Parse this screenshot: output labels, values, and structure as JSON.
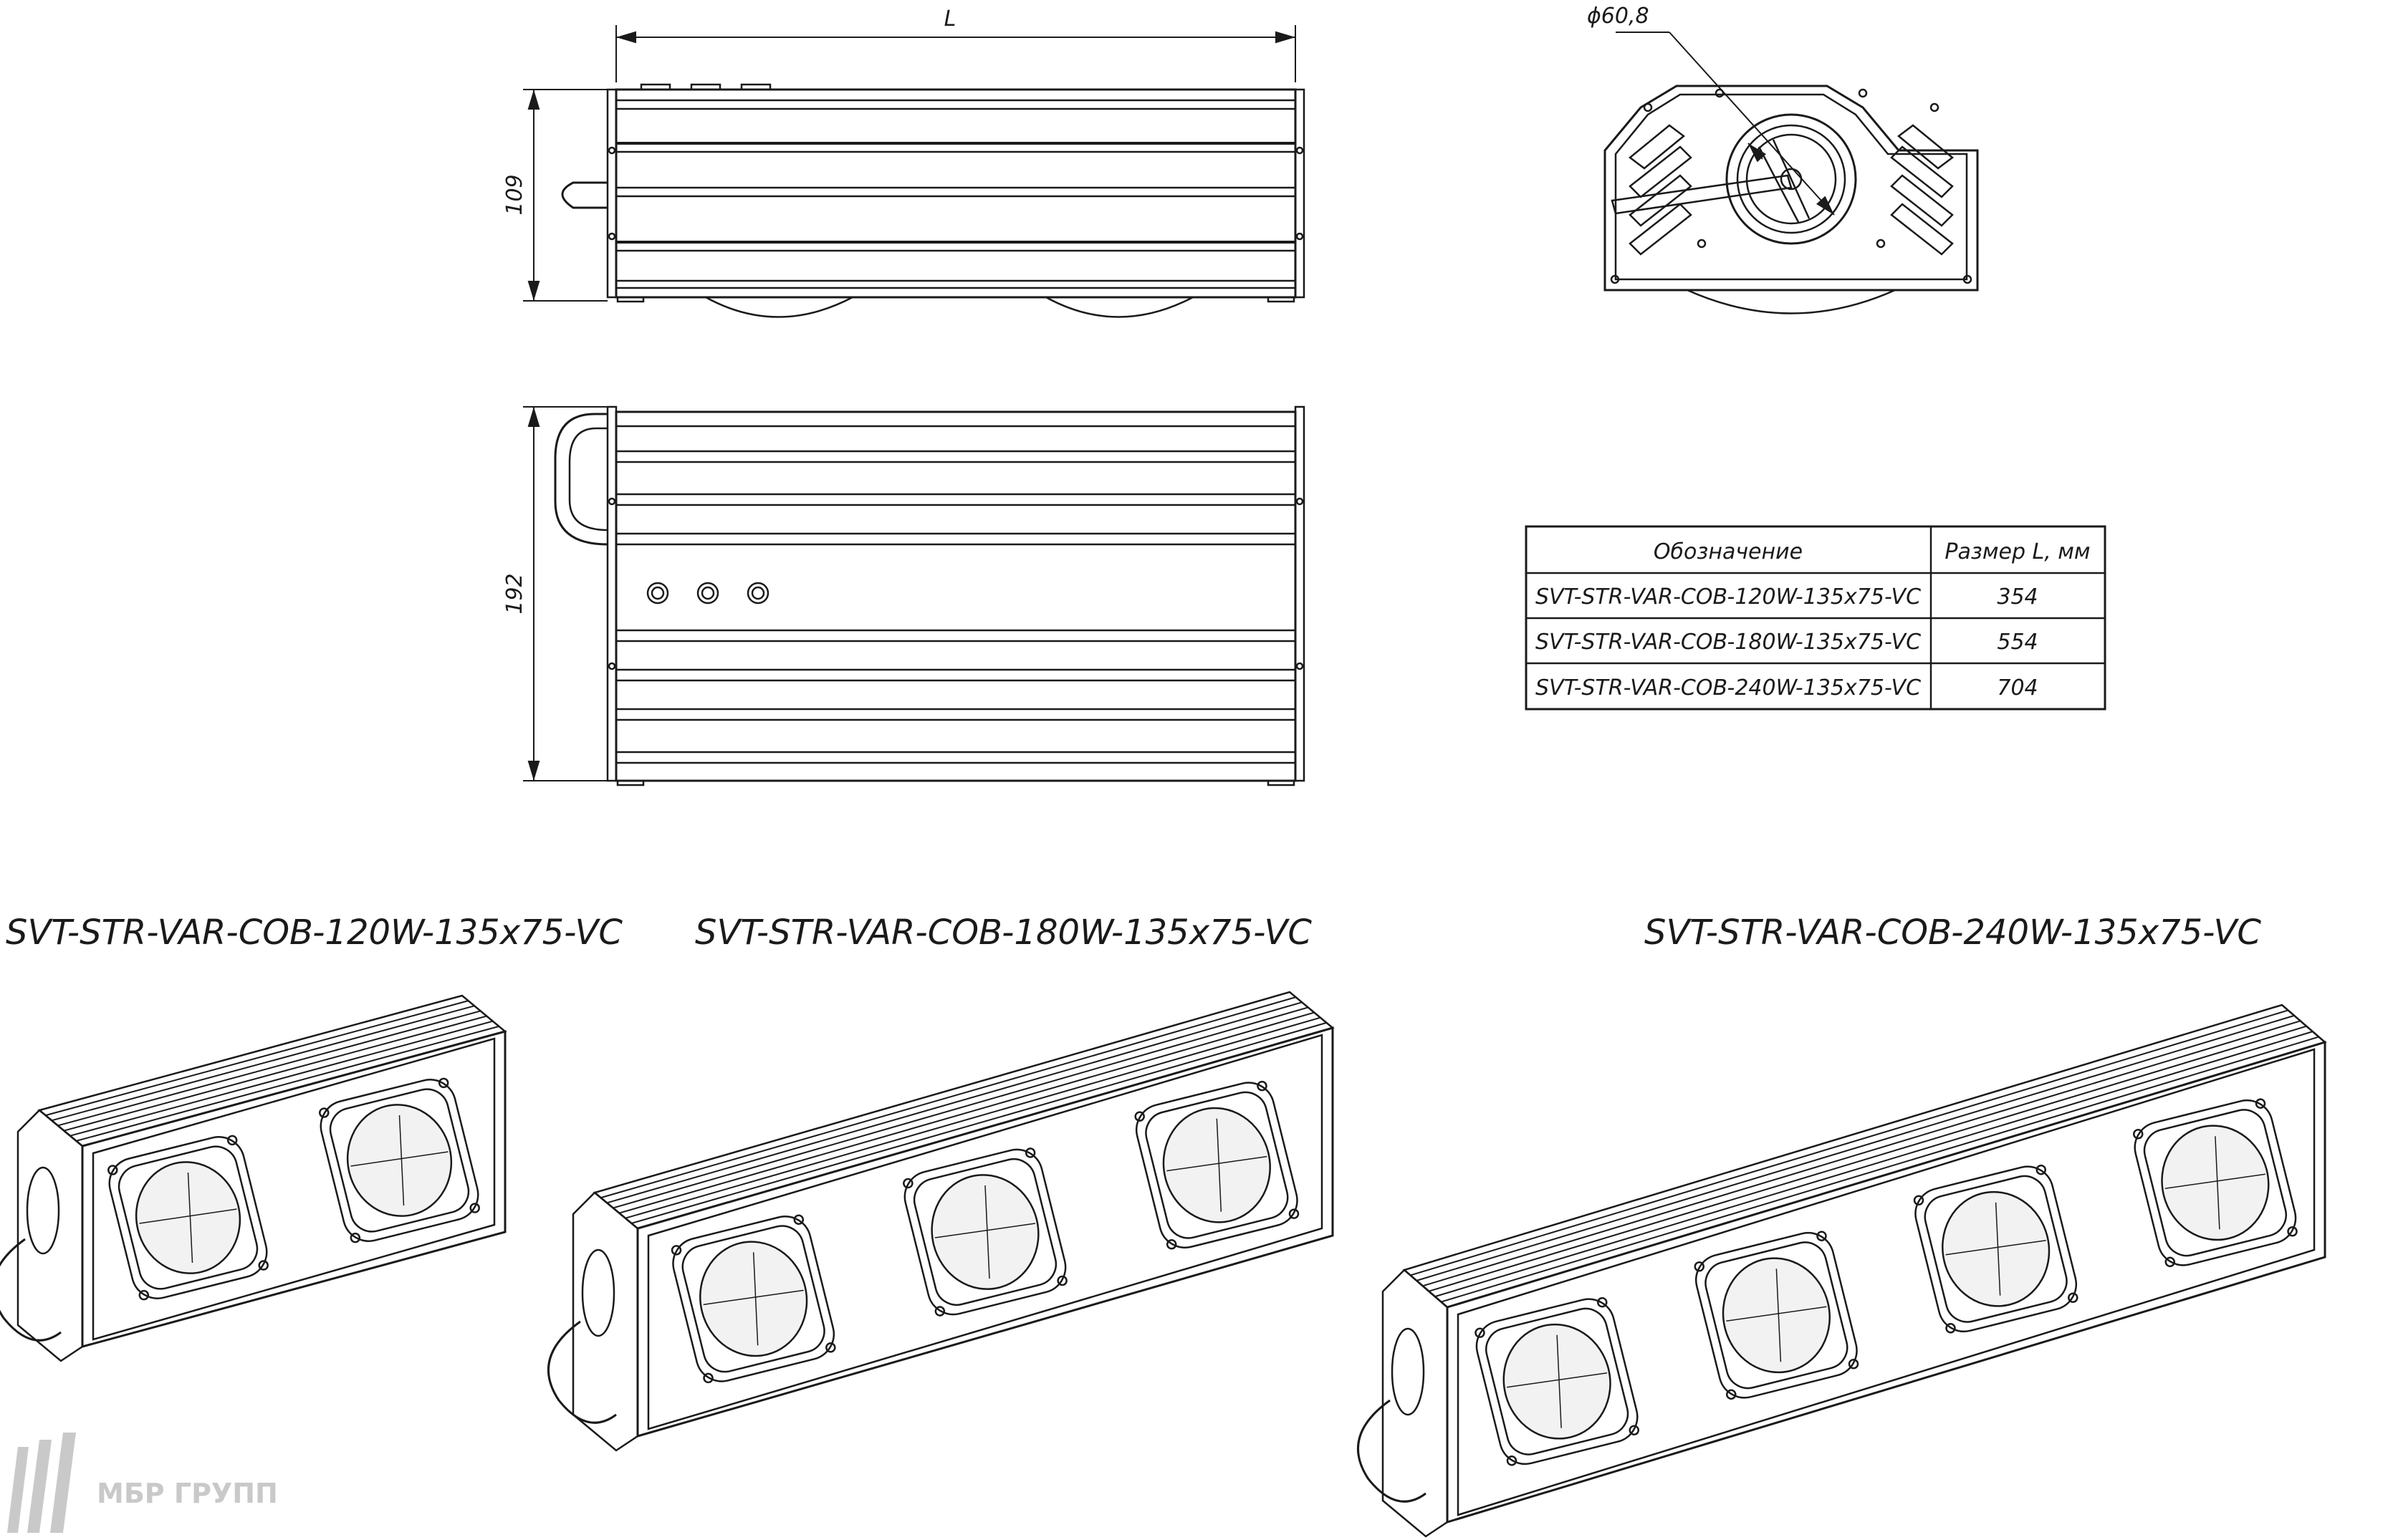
{
  "dimensions": {
    "length_label": "L",
    "height_label": "109",
    "width_label": "192",
    "diameter_label": "ϕ60,8"
  },
  "table": {
    "headers": [
      "Обозначение",
      "Размер L, мм"
    ],
    "rows": [
      [
        "SVT-STR-VAR-COB-120W-135x75-VC",
        "354"
      ],
      [
        "SVT-STR-VAR-COB-180W-135x75-VC",
        "554"
      ],
      [
        "SVT-STR-VAR-COB-240W-135x75-VC",
        "704"
      ]
    ]
  },
  "models": [
    {
      "label": "SVT-STR-VAR-COB-120W-135x75-VC",
      "lenses": 2
    },
    {
      "label": "SVT-STR-VAR-COB-180W-135x75-VC",
      "lenses": 3
    },
    {
      "label": "SVT-STR-VAR-COB-240W-135x75-VC",
      "lenses": 4
    }
  ],
  "logo": {
    "text": "МБР ГРУПП"
  },
  "colors": {
    "line": "#1a1a1a",
    "logo": "#c9c9c9",
    "lens": "#f2f2f2"
  }
}
